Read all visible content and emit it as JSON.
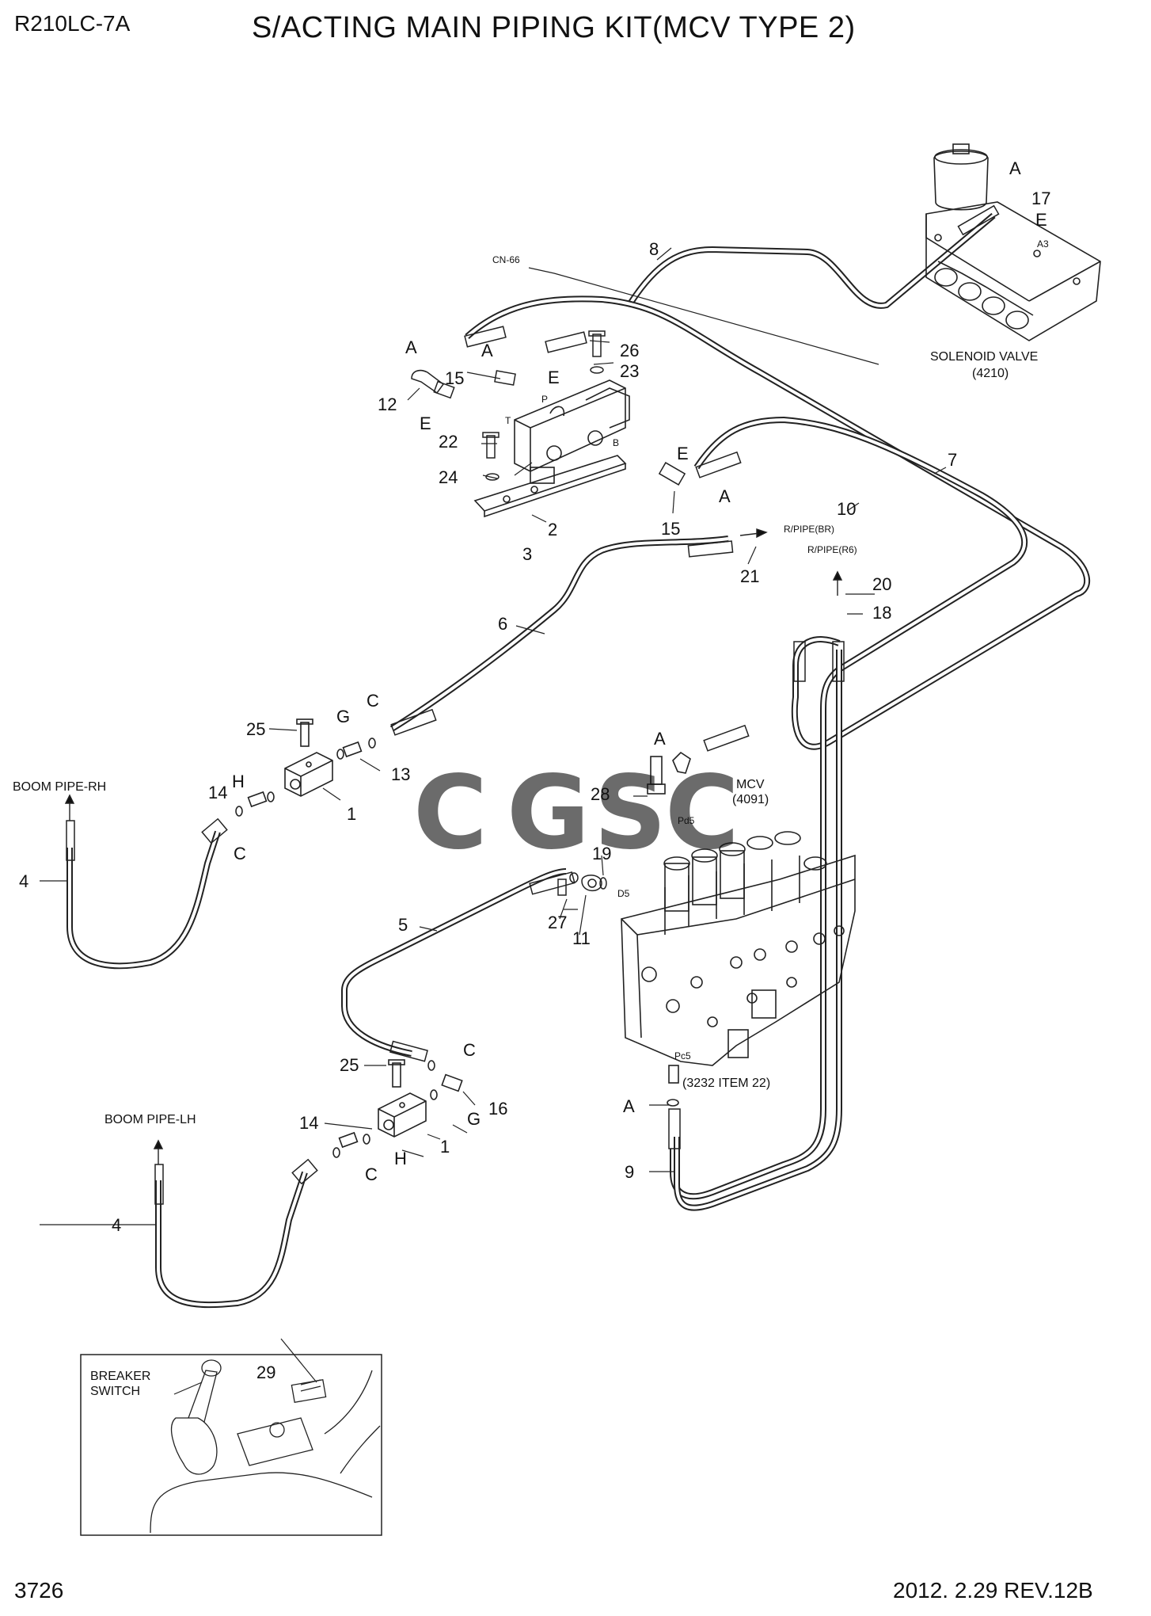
{
  "header": {
    "model": "R210LC-7A",
    "title": "S/ACTING MAIN PIPING KIT(MCV TYPE 2)"
  },
  "footer": {
    "page": "3726",
    "revision": "2012. 2.29  REV.12B"
  },
  "components": {
    "solenoid_valve": {
      "name": "SOLENOID VALVE",
      "code": "(4210)",
      "port": "A3"
    },
    "mcv": {
      "name": "MCV",
      "code": "(4091)",
      "ports": [
        "Pd5",
        "D5",
        "Pc5"
      ],
      "ref": "(3232 ITEM 22)"
    },
    "boom_pipe_rh": "BOOM PIPE-RH",
    "boom_pipe_lh": "BOOM PIPE-LH",
    "r_pipe_br": "R/PIPE(BR)",
    "r_pipe_r6": "R/PIPE(R6)",
    "connector": "CN-66",
    "block_ports": [
      "T",
      "P",
      "B"
    ],
    "breaker_switch": "BREAKER\nSWITCH",
    "breaker_switch_lines": [
      "BREAKER",
      "SWITCH"
    ]
  },
  "callouts": {
    "p1_upper": "1",
    "p1_lower": "1",
    "p2": "2",
    "p3": "3",
    "p4_upper": "4",
    "p4_lower": "4",
    "p5": "5",
    "p6": "6",
    "p7": "7",
    "p8": "8",
    "p9": "9",
    "p10": "10",
    "p11": "11",
    "p12": "12",
    "p13": "13",
    "p14_upper": "14",
    "p14_lower": "14",
    "p15_upper": "15",
    "p15_lower": "15",
    "p16": "16",
    "p17": "17",
    "p18": "18",
    "p19": "19",
    "p20": "20",
    "p21": "21",
    "p22": "22",
    "p23": "23",
    "p24": "24",
    "p25_upper": "25",
    "p25_lower": "25",
    "p26": "26",
    "p27": "27",
    "p28": "28",
    "p29": "29"
  },
  "letters": {
    "a_sol": "A",
    "e_sol": "E",
    "a_blk_left": "A",
    "a_blk_mid": "A",
    "e_blk_mid": "E",
    "e_blk_left": "E",
    "e_blk_right": "E",
    "a_blk_right": "A",
    "c_upper": "C",
    "g_upper": "G",
    "h_upper": "H",
    "c_upper_hose": "C",
    "a_mcv": "A",
    "a_lower": "A",
    "c_lower": "C",
    "g_lower": "G",
    "h_lower": "H",
    "c_lower_hose": "C"
  },
  "watermark": {
    "letters": [
      "C",
      "G",
      "S",
      "C"
    ],
    "colors": [
      "#4285F4",
      "#EA4335",
      "#FBBC05",
      "#34A853"
    ]
  }
}
